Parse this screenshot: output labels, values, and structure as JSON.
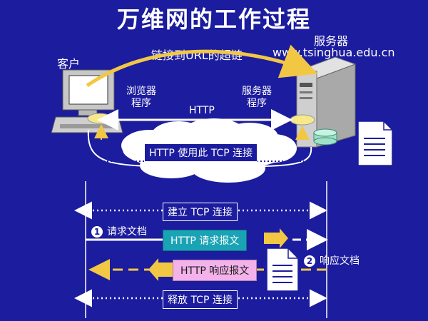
{
  "title": "万维网的工作过程",
  "client": {
    "label": "客户",
    "browser_label_1": "浏览器",
    "browser_label_2": "程序"
  },
  "server": {
    "label": "服务器",
    "program_label_1": "服务器",
    "program_label_2": "程序",
    "host": "www.tsinghua.edu.cn"
  },
  "link_label": "链接到URL的超链",
  "http_label": "HTTP",
  "cloud_label": "HTTP  使用此 TCP 连接",
  "steps": {
    "establish": "建立 TCP 连接",
    "request_doc_num": "1",
    "request_doc": "请求文档",
    "http_request": "HTTP  请求报文",
    "response_doc_num": "2",
    "response_doc": "响应文档",
    "http_response": "HTTP  响应报文",
    "release": "释放 TCP 连接"
  },
  "colors": {
    "background": "#1c1c9e",
    "arrow_yellow": "#f2c744",
    "request_box": "#1aa3b5",
    "response_box": "#f3b3ea",
    "cloud": "#ffffff"
  }
}
